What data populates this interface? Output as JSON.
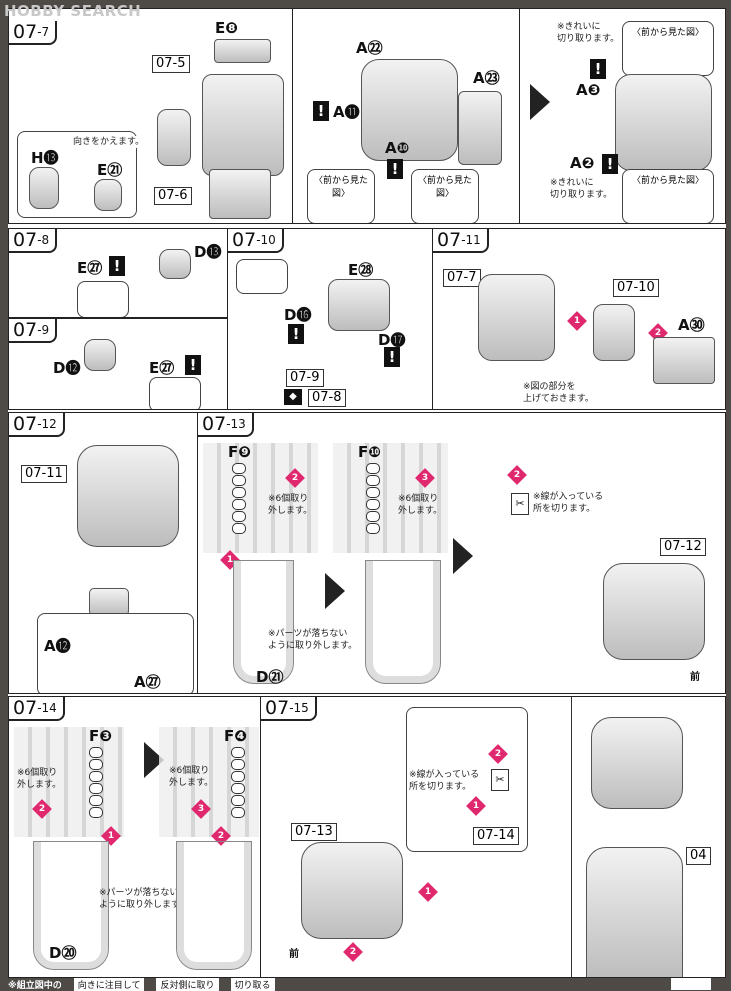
{
  "watermark": "HOBBY SEARCH",
  "colors": {
    "accent": "#e0286e",
    "frame": "#4e4a46"
  },
  "front_view": "〈前から見た図〉",
  "front": "前",
  "steps": {
    "s7": {
      "num": "07",
      "sub": "7",
      "parts": [
        "E❽",
        "H⓭",
        "E㉑"
      ],
      "refs": [
        "07-5",
        "07-6"
      ],
      "note": "向きをかえます。"
    },
    "s7b": {
      "parts": [
        "A㉒",
        "A㉓",
        "A⓫",
        "A❿"
      ]
    },
    "s7c": {
      "parts": [
        "A❸",
        "A❷"
      ],
      "note1": "※きれいに\n切り取ります。",
      "note2": "※きれいに\n切り取ります。"
    },
    "s8": {
      "num": "07",
      "sub": "8",
      "parts": [
        "E㉗",
        "D⓭"
      ]
    },
    "s9": {
      "num": "07",
      "sub": "9",
      "parts": [
        "D⓬",
        "E㉗"
      ]
    },
    "s10": {
      "num": "07",
      "sub": "10",
      "parts": [
        "E㉘",
        "D⓰",
        "D⓱"
      ],
      "refs": [
        "07-9",
        "07-8"
      ]
    },
    "s11": {
      "num": "07",
      "sub": "11",
      "parts": [
        "A㉚"
      ],
      "refs": [
        "07-7",
        "07-10"
      ],
      "note": "※図の部分を\n上げておきます。",
      "badges": [
        "1",
        "2"
      ]
    },
    "s12": {
      "num": "07",
      "sub": "12",
      "parts": [
        "A⓬",
        "A㉗"
      ],
      "refs": [
        "07-11"
      ]
    },
    "s13": {
      "num": "07",
      "sub": "13",
      "parts": [
        "F❾",
        "F❿",
        "D㉑"
      ],
      "note6a": "※6個取り\n外します。",
      "note6b": "※6個取り\n外します。",
      "drop": "※パーツが落ちない\nように取り外します。",
      "cut": "※線が入っている\n所を切ります。",
      "refs": [
        "07-12"
      ],
      "badges": [
        "1",
        "2",
        "3"
      ]
    },
    "s14": {
      "num": "07",
      "sub": "14",
      "parts": [
        "F❸",
        "F❹",
        "D⑳"
      ],
      "note6a": "※6個取り\n外します。",
      "note6b": "※6個取り\n外します。",
      "drop": "※パーツが落ちない\nように取り外します。",
      "badges": [
        "1",
        "2",
        "3"
      ]
    },
    "s15": {
      "num": "07",
      "sub": "15",
      "refs": [
        "07-13",
        "07-14",
        "04"
      ],
      "cut": "※線が入っている\n所を切ります。",
      "badges": [
        "1",
        "2"
      ]
    }
  },
  "legend": {
    "title": "※組立図中の",
    "items": [
      "向きに注目して",
      "反対側に取り",
      "切り取る"
    ]
  }
}
